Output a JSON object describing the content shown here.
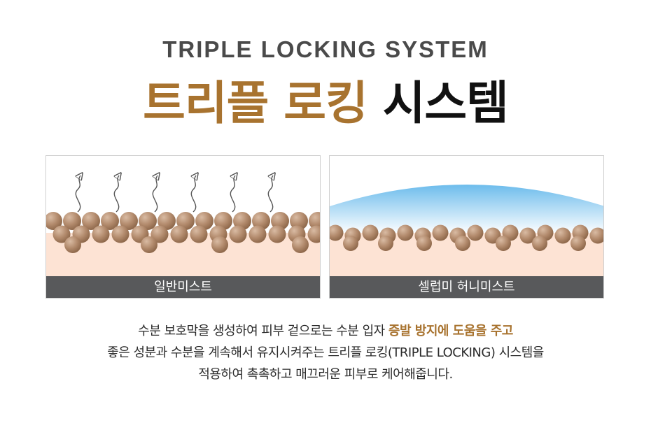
{
  "header": {
    "en_title": "TRIPLE LOCKING SYSTEM",
    "ko_title_accent": "트리플 로킹",
    "ko_title_dark": "시스템"
  },
  "panels": [
    {
      "label": "일반미스트"
    },
    {
      "label": "셀럽미 허니미스트"
    }
  ],
  "description": {
    "line1_pre": "수분 보호막을 생성하여 피부 겉으로는 수분 입자 ",
    "line1_highlight": "증발 방지에 도움을 주고",
    "line2": "좋은 성분과 수분을 계속해서 유지시켜주는 트리플 로킹(TRIPLE LOCKING) 시스템을",
    "line3": "적용하여 촉촉하고 매끄러운 피부로 케어해줍니다."
  },
  "colors": {
    "accent": "#a8732f",
    "label_bar": "#58595b",
    "skin": "#fde3d4",
    "particle": "#b58f72",
    "barrier": "#7ac3ee"
  }
}
